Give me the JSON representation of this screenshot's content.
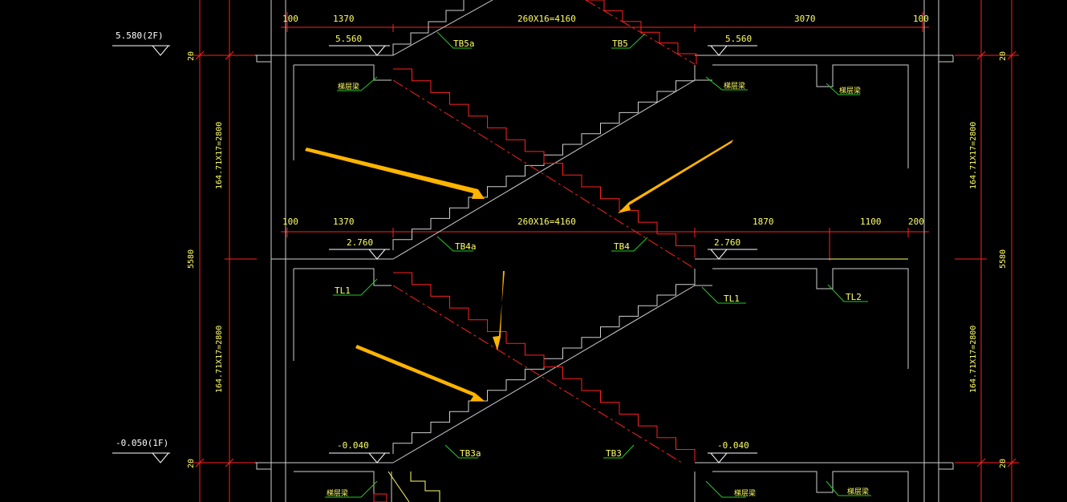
{
  "colors": {
    "background": "#000000",
    "structure": "#cfcfcf",
    "dimension": "#ff2020",
    "stair_hidden": "#ff2020",
    "leader": "#22cc22",
    "text": "#ffff66",
    "arrow": "#ffb400"
  },
  "level_marks": {
    "top_left": "5.580(2F)",
    "bottom_left": "-0.050(1F)"
  },
  "top_dims": {
    "d1": "100",
    "d2": "1370",
    "d3": "260X16=4160",
    "d4": "3070",
    "d5": "100"
  },
  "mid_dims": {
    "d1": "100",
    "d2": "1370",
    "d3": "260X16=4160",
    "d4": "1870",
    "d5": "1100",
    "d6": "200"
  },
  "elevations": {
    "top_left": "5.560",
    "top_right": "5.560",
    "mid_left": "2.760",
    "mid_right": "2.760",
    "bot_left": "-0.040",
    "bot_right": "-0.040"
  },
  "tags": {
    "tb5a": "TB5a",
    "tb5": "TB5",
    "tb4a": "TB4a",
    "tb4": "TB4",
    "tb3a": "TB3a",
    "tb3": "TB3",
    "tl1_left": "TL1",
    "tl1_right": "TL1",
    "tl2": "TL2",
    "beam_1": "梯层梁",
    "beam_2": "梯层梁",
    "beam_3": "梯层梁",
    "beam_4": "梯层梁",
    "beam_5": "梯层梁",
    "beam_6": "梯层梁"
  },
  "vertical_dims": {
    "left_upper": "164.71X17=2800",
    "left_lower": "164.71X17=2800",
    "left_total": "5580",
    "right_upper": "164.71X17=2800",
    "right_lower": "164.71X17=2800",
    "right_total": "5580",
    "small_1": "20",
    "small_2": "20",
    "small_3": "20",
    "small_4": "20"
  },
  "annotation_arrows": [
    {
      "name": "arrow-upper-left",
      "points_to": "upper flight stairs"
    },
    {
      "name": "arrow-upper-right",
      "points_to": "upper hidden flight"
    },
    {
      "name": "arrow-lower-middle",
      "points_to": "lower hidden flight"
    },
    {
      "name": "arrow-lower-left",
      "points_to": "lower flight stairs"
    }
  ]
}
